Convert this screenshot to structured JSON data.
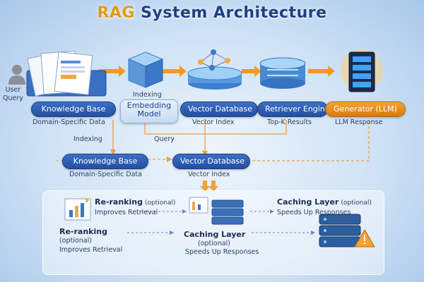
{
  "title": {
    "main": "RAG",
    "rest": " System Architecture"
  },
  "top_row": {
    "user_query": "User\nQuery",
    "knowledge_base": "Knowledge Base",
    "knowledge_base_sub": "Domain-Specific Data",
    "indexing_label": "Indexing",
    "embedding_model": "Embedding\nModel",
    "vector_database": "Vector Database",
    "vector_database_sub": "Vector Index",
    "retriever_engine": "Retriever Engine",
    "retriever_engine_sub": "Top-K Results",
    "generator": "Generator (LLM)",
    "generator_sub": "LLM Response"
  },
  "middle_row": {
    "indexing_label": "Indexing",
    "query_label": "Query",
    "knowledge_base": "Knowledge Base",
    "knowledge_base_sub": "Domain-Specific Data",
    "vector_database": "Vector Database",
    "vector_database_sub": "Vector Index"
  },
  "bottom_panel": {
    "reranking_title": "Re-ranking",
    "reranking_optional": "(optional)",
    "reranking_sub": "Improves Retrieval",
    "caching_title": "Caching Layer",
    "caching_optional": "(optional)",
    "caching_sub": "Speeds Up Responses",
    "reranking2_title": "Re-ranking",
    "reranking2_optional": "(optional)",
    "reranking2_sub": "Improves Retrieval",
    "caching2_title": "Caching Layer",
    "caching2_optional": "(optional)",
    "caching2_sub": "Speeds Up Responses"
  },
  "colors": {
    "navy": "#234f9f",
    "orange": "#e09a1a",
    "arrow": "#f39a1e"
  }
}
